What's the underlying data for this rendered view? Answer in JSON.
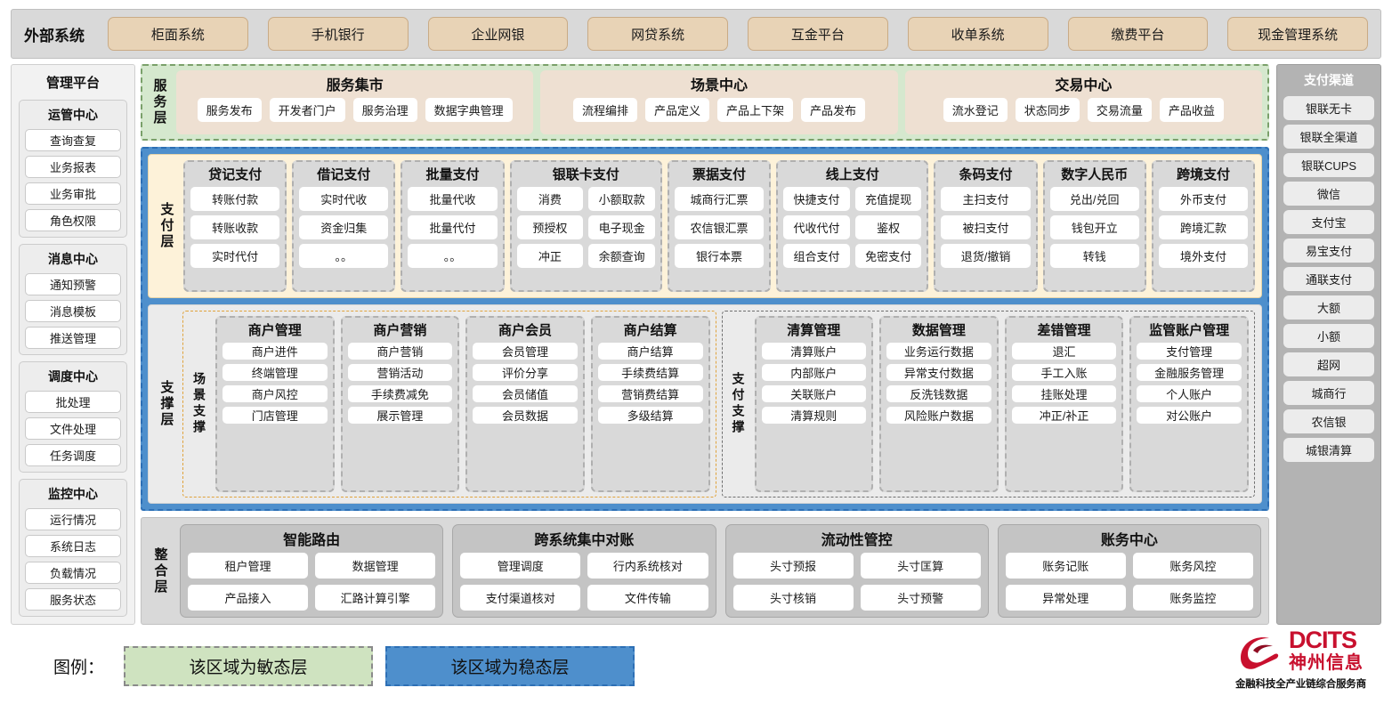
{
  "external": {
    "title": "外部系统",
    "items": [
      "柜面系统",
      "手机银行",
      "企业网银",
      "网贷系统",
      "互金平台",
      "收单系统",
      "缴费平台",
      "现金管理系统"
    ]
  },
  "management": {
    "title": "管理平台",
    "groups": [
      {
        "title": "运管中心",
        "items": [
          "查询查复",
          "业务报表",
          "业务审批",
          "角色权限"
        ]
      },
      {
        "title": "消息中心",
        "items": [
          "通知预警",
          "消息模板",
          "推送管理"
        ]
      },
      {
        "title": "调度中心",
        "items": [
          "批处理",
          "文件处理",
          "任务调度"
        ]
      },
      {
        "title": "监控中心",
        "items": [
          "运行情况",
          "系统日志",
          "负载情况",
          "服务状态"
        ]
      }
    ]
  },
  "channels": {
    "title": "支付渠道",
    "items": [
      "银联无卡",
      "银联全渠道",
      "银联CUPS",
      "微信",
      "支付宝",
      "易宝支付",
      "通联支付",
      "大额",
      "小额",
      "超网",
      "城商行",
      "农信银",
      "城银清算"
    ]
  },
  "service_layer": {
    "label": "服务层",
    "boxes": [
      {
        "title": "服务集市",
        "items": [
          "服务发布",
          "开发者门户",
          "服务治理",
          "数据字典管理"
        ]
      },
      {
        "title": "场景中心",
        "items": [
          "流程编排",
          "产品定义",
          "产品上下架",
          "产品发布"
        ]
      },
      {
        "title": "交易中心",
        "items": [
          "流水登记",
          "状态同步",
          "交易流量",
          "产品收益"
        ]
      }
    ]
  },
  "pay_layer": {
    "label": "支付层",
    "groups": [
      {
        "title": "贷记支付",
        "cols": 1,
        "items": [
          "转账付款",
          "转账收款",
          "实时代付"
        ]
      },
      {
        "title": "借记支付",
        "cols": 1,
        "items": [
          "实时代收",
          "资金归集",
          "。。"
        ]
      },
      {
        "title": "批量支付",
        "cols": 1,
        "items": [
          "批量代收",
          "批量代付",
          "。。"
        ]
      },
      {
        "title": "银联卡支付",
        "cols": 2,
        "items": [
          "消费",
          "小额取款",
          "预授权",
          "电子现金",
          "冲正",
          "余额查询"
        ]
      },
      {
        "title": "票据支付",
        "cols": 1,
        "items": [
          "城商行汇票",
          "农信银汇票",
          "银行本票"
        ]
      },
      {
        "title": "线上支付",
        "cols": 2,
        "items": [
          "快捷支付",
          "充值提现",
          "代收代付",
          "鉴权",
          "组合支付",
          "免密支付"
        ]
      },
      {
        "title": "条码支付",
        "cols": 1,
        "items": [
          "主扫支付",
          "被扫支付",
          "退货/撤销"
        ]
      },
      {
        "title": "数字人民币",
        "cols": 1,
        "items": [
          "兑出/兑回",
          "钱包开立",
          "转钱"
        ]
      },
      {
        "title": "跨境支付",
        "cols": 1,
        "items": [
          "外币支付",
          "跨境汇款",
          "境外支付"
        ]
      }
    ]
  },
  "support_layer": {
    "label": "支撑层",
    "sections": [
      {
        "label": "场景支撑",
        "style": "scene",
        "groups": [
          {
            "title": "商户管理",
            "items": [
              "商户进件",
              "终端管理",
              "商户风控",
              "门店管理"
            ]
          },
          {
            "title": "商户营销",
            "items": [
              "商户营销",
              "营销活动",
              "手续费减免",
              "展示管理"
            ]
          },
          {
            "title": "商户会员",
            "items": [
              "会员管理",
              "评价分享",
              "会员储值",
              "会员数据"
            ]
          },
          {
            "title": "商户结算",
            "items": [
              "商户结算",
              "手续费结算",
              "营销费结算",
              "多级结算"
            ]
          }
        ]
      },
      {
        "label": "支付支撑",
        "style": "paysup",
        "groups": [
          {
            "title": "清算管理",
            "items": [
              "清算账户",
              "内部账户",
              "关联账户",
              "清算规则"
            ]
          },
          {
            "title": "数据管理",
            "items": [
              "业务运行数据",
              "异常支付数据",
              "反洗钱数据",
              "风险账户数据"
            ]
          },
          {
            "title": "差错管理",
            "items": [
              "退汇",
              "手工入账",
              "挂账处理",
              "冲正/补正"
            ]
          },
          {
            "title": "监管账户管理",
            "items": [
              "支付管理",
              "金融服务管理",
              "个人账户",
              "对公账户"
            ]
          }
        ]
      }
    ]
  },
  "integration_layer": {
    "label": "整合层",
    "boxes": [
      {
        "title": "智能路由",
        "rows": [
          [
            "租户管理",
            "数据管理"
          ],
          [
            "产品接入",
            "汇路计算引擎"
          ]
        ]
      },
      {
        "title": "跨系统集中对账",
        "rows": [
          [
            "管理调度",
            "行内系统核对"
          ],
          [
            "支付渠道核对",
            "文件传输"
          ]
        ]
      },
      {
        "title": "流动性管控",
        "rows": [
          [
            "头寸预报",
            "头寸匡算"
          ],
          [
            "头寸核销",
            "头寸预警"
          ]
        ]
      },
      {
        "title": "账务中心",
        "rows": [
          [
            "账务记账",
            "账务风控"
          ],
          [
            "异常处理",
            "账务监控"
          ]
        ]
      }
    ]
  },
  "legend": {
    "label": "图例：",
    "agile": "该区域为敏态层",
    "stable": "该区域为稳态层"
  },
  "logo": {
    "en": "DCITS",
    "cn": "神州信息",
    "slogan": "金融科技全产业链综合服务商"
  },
  "colors": {
    "agile_green": "#d5e8ce",
    "stable_blue": "#4e8fcc",
    "pay_yellow": "#fdf2d9",
    "external_chip": "#e8d3b6",
    "service_box": "#eee0d2",
    "brand_red": "#c8102e"
  }
}
